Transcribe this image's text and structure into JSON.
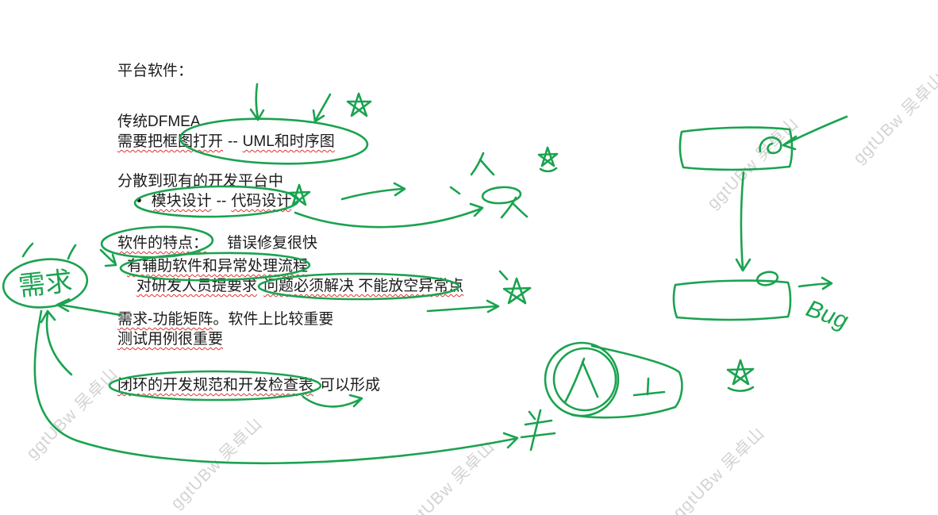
{
  "colors": {
    "ink": "#1aa34f",
    "spell": "#e03131",
    "watermark": "#9e9e9e",
    "text": "#1b1b1b"
  },
  "watermark": {
    "text": "ggtUBw 吴卓山"
  },
  "document": {
    "lines": {
      "l0": {
        "text": "平台软件："
      },
      "l1": {
        "text": "传统DFMEA"
      },
      "l2": {
        "s0": "需要把框图打开",
        "s1": "--",
        "s2": "UML和时序图"
      },
      "l3": {
        "text": "分散到现有的开发平台中"
      },
      "l4": {
        "bullet": "•",
        "s0": "模块设计",
        "s1": "--",
        "s2": "代码设计"
      },
      "l5": {
        "s0": "软件的特点：",
        "s2": "错误修复很快"
      },
      "l6": {
        "text": "有辅助软件和异常处理流程"
      },
      "l7": {
        "s0": "对研发人员提要求",
        "s2": "问题必须解决 不能放空异常点"
      },
      "l8": {
        "s0": "需求-功能矩阵",
        "s1": "。软件上比较重要"
      },
      "l9": {
        "text": "测试用例很重要"
      },
      "l10": {
        "s0": "闭环的开发规范和开发检查表",
        "s1": "可以形成"
      }
    }
  },
  "annotations": {
    "need_label": "需求",
    "bug_label": "Bug"
  }
}
